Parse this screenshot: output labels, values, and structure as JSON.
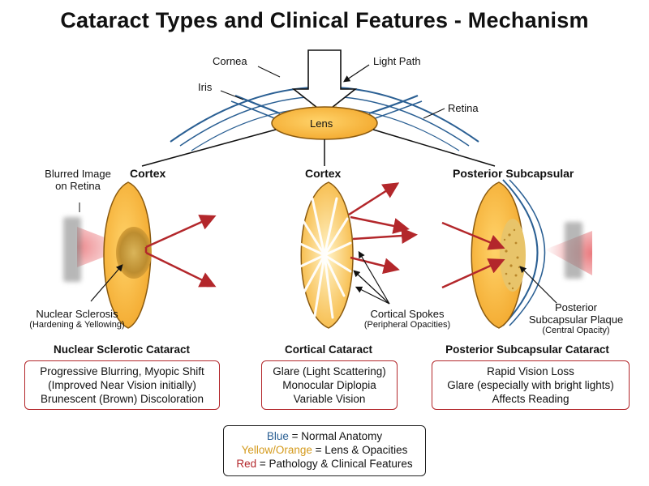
{
  "title": "Cataract Types and Clinical Features - Mechanism",
  "anatomy": {
    "cornea": "Cornea",
    "light_path": "Light Path",
    "iris": "Iris",
    "retina": "Retina",
    "lens": "Lens"
  },
  "panels": {
    "nuclear": {
      "header": "Cortex",
      "blurred_label_1": "Blurred Image",
      "blurred_label_2": "on Retina",
      "annotation": "Nuclear Sclerosis",
      "annotation_sub": "(Hardening & Yellowing)",
      "section_title": "Nuclear Sclerotic Cataract",
      "features": [
        "Progressive Blurring, Myopic Shift",
        "(Improved Near Vision initially)",
        "Brunescent (Brown) Discoloration"
      ]
    },
    "cortical": {
      "header": "Cortex",
      "annotation": "Cortical Spokes",
      "annotation_sub": "(Peripheral Opacities)",
      "section_title": "Cortical Cataract",
      "features": [
        "Glare (Light Scattering)",
        "Monocular Diplopia",
        "Variable Vision"
      ]
    },
    "psc": {
      "header": "Posterior Subcapsular",
      "annotation_1": "Posterior",
      "annotation_2": "Subcapsular Plaque",
      "annotation_sub": "(Central Opacity)",
      "section_title": "Posterior Subcapsular Cataract",
      "features": [
        "Rapid Vision Loss",
        "Glare (especially with bright lights)",
        "Affects Reading"
      ]
    }
  },
  "legend": {
    "blue_word": "Blue",
    "blue_rest": " = Normal Anatomy",
    "yellow_word": "Yellow/Orange",
    "yellow_rest": " = Lens & Opacities",
    "red_word": "Red",
    "red_rest": " = Pathology & Clinical Features"
  },
  "colors": {
    "blue": "#2a5f93",
    "yellow": "#d49a1c",
    "red": "#b3272b",
    "lens_fill": "#f7b733"
  }
}
